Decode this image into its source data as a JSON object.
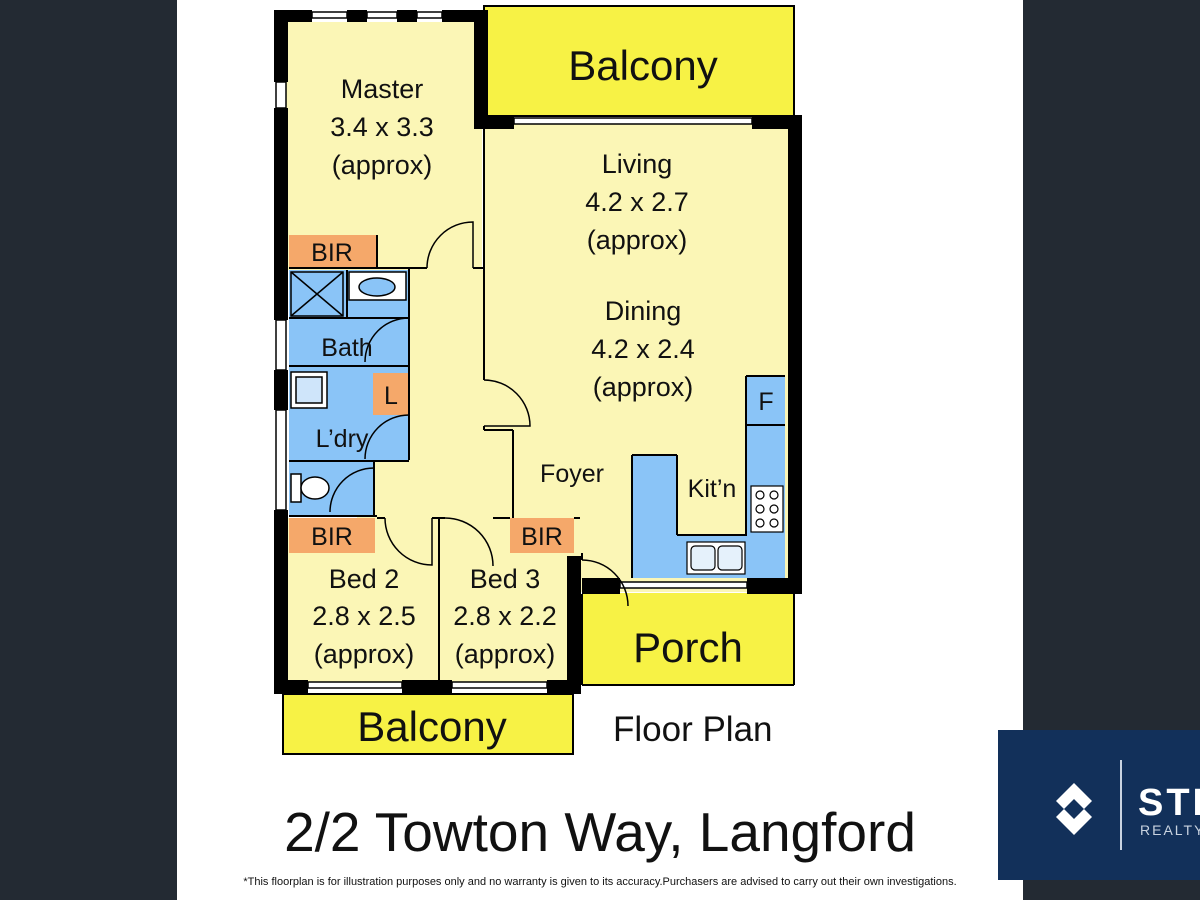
{
  "rooms": {
    "master": {
      "name": "Master",
      "size": "3.4 x 3.3",
      "note": "(approx)"
    },
    "living": {
      "name": "Living",
      "size": "4.2 x 2.7",
      "note": "(approx)"
    },
    "dining": {
      "name": "Dining",
      "size": "4.2 x 2.4",
      "note": "(approx)"
    },
    "bed2": {
      "name": "Bed 2",
      "size": "2.8 x 2.5",
      "note": "(approx)"
    },
    "bed3": {
      "name": "Bed 3",
      "size": "2.8 x 2.2",
      "note": "(approx)"
    },
    "balcony_top": "Balcony",
    "balcony_bottom": "Balcony",
    "porch": "Porch",
    "foyer": "Foyer",
    "kitchen": "Kit’n",
    "bath": "Bath",
    "laundry": "L’dry",
    "bir_master": "BIR",
    "bir_bed2": "BIR",
    "bir_bed3": "BIR",
    "linen": "L",
    "fridge": "F"
  },
  "plan_title": "Floor Plan",
  "address": "2/2 Towton Way, Langford",
  "disclaimer": "*This floorplan is for illustration purposes only and no warranty is given to its accuracy.Purchasers are advised to carry out their own investigations.",
  "agency": {
    "name": "STI",
    "tagline": "REALTY"
  },
  "colors": {
    "room_fill": "#fbf6b6",
    "balcony_fill": "#f7f245",
    "wet_area_fill": "#8ac4f7",
    "cupboard_fill": "#f5a86a",
    "wall": "#000000",
    "background": "#232a33",
    "badge": "#12305a"
  }
}
